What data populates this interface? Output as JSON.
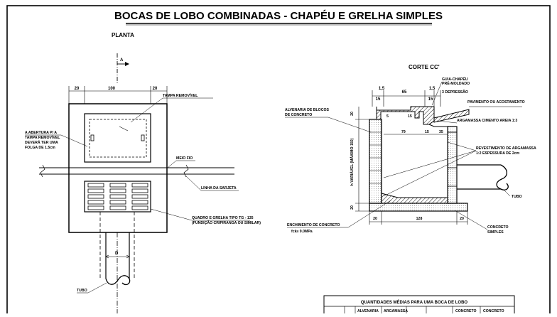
{
  "title": "BOCAS DE LOBO COMBINADAS - CHAPÉU E GRELHA SIMPLES",
  "plan": {
    "heading": "PLANTA",
    "section_marker": "A",
    "dims": {
      "left": "20",
      "center": "100",
      "right": "20"
    },
    "labels": {
      "tampa": "TAMPA REMOVÍVEL",
      "abertura": [
        "A ABERTURA P/ A",
        "TAMPA REMOVÍVEL",
        "DEVERÁ TER UMA",
        "FOLGA DE 1.5cm"
      ],
      "meio_fio": "MEIO FIO",
      "sarjeta": "LINHA DA SARJETA",
      "quadro": [
        "QUADRO E GRELHA TIPO TG - 135",
        "(FUNDIÇÃO CRIPIRANGA OU SIMILAR)"
      ],
      "tubo": "TUBO",
      "d": "D"
    }
  },
  "section": {
    "heading": "CORTE CC'",
    "top_dims": {
      "a": "1,5",
      "b": "65",
      "c": "1,5",
      "d": "15",
      "e": "15"
    },
    "mid_dims": {
      "a": "5",
      "b": "15",
      "c": "79",
      "d": "15",
      "e": "35"
    },
    "bottom_dims": {
      "left": "20",
      "center": "128",
      "right": "20"
    },
    "side_dims": {
      "top": "20",
      "height": "h  VARIÁVEL (MÁXIMO 150)",
      "bottom": "20"
    },
    "labels": {
      "guia": [
        "GUIA-CHAPÉU",
        "PRÉ-MOLDADO"
      ],
      "depressao": "3  DEPRESSÃO",
      "pavimento": "PAVIMENTO OU ACOSTAMENTO",
      "alvenaria": [
        "ALVENARIA DE BLOCOS",
        "DE CONCRETO"
      ],
      "argamassa_areia": "ARGAMASSA CIMENTO AREIA 1:3",
      "revestimento": [
        "REVESTIMENTO DE ARGAMASSA",
        "1:2  ESPESSURA DE 2cm"
      ],
      "tubo": "TUBO",
      "enchimento": [
        "ENCHIMENTO DE CONCRETO",
        "fck≥ 9.0MPa"
      ],
      "concreto": [
        "CONCRETO",
        "SIMPLES"
      ]
    }
  },
  "table": {
    "title": "QUANTIDADES MÉDIAS PARA UMA BOCA DE LOBO",
    "columns": [
      "",
      "",
      "ALVENARIA",
      "ARGAMASSA",
      "",
      "",
      "CONCRETO",
      "CONCRETO"
    ]
  }
}
